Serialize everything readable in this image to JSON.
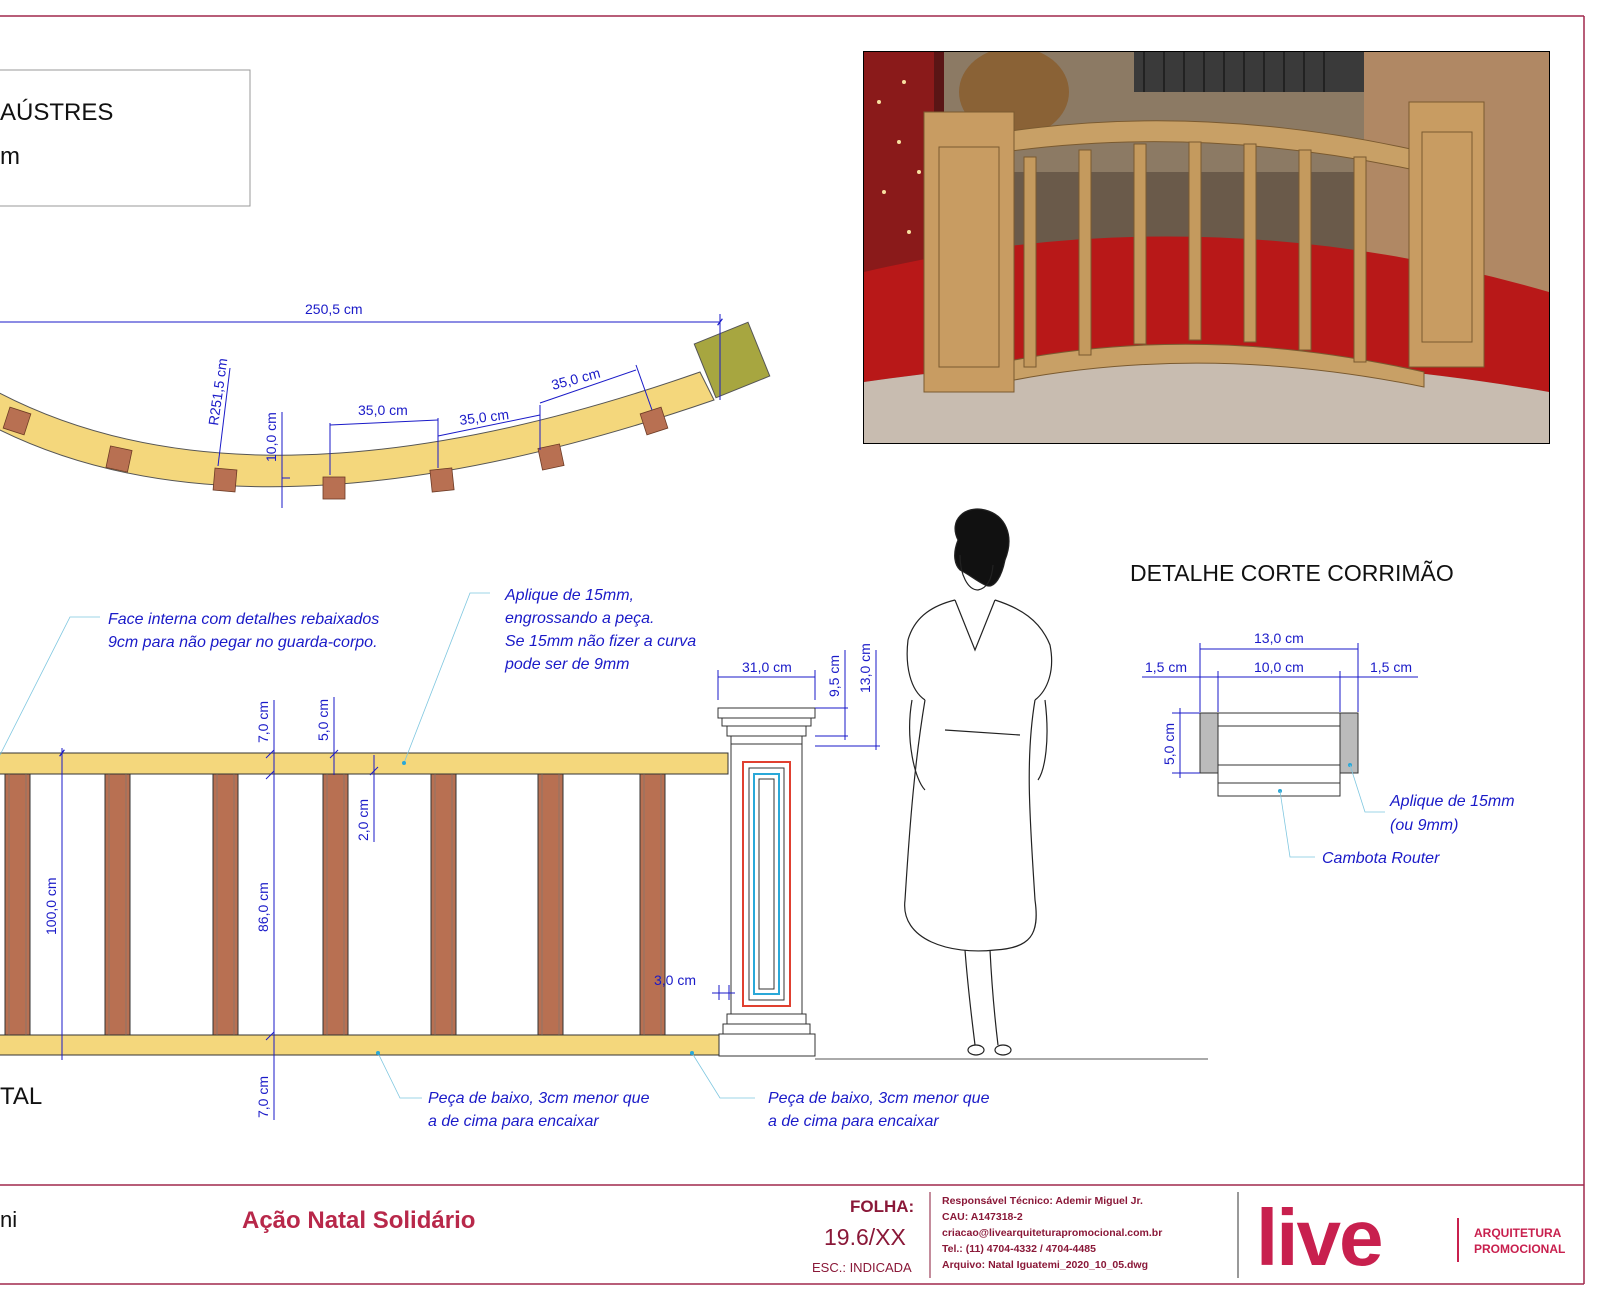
{
  "header_box": {
    "line1": "AÚSTRES",
    "line2": "m"
  },
  "plan_view": {
    "total_width": "250,5 cm",
    "radius": "R251,5 cm",
    "depth": "10,0 cm",
    "spacing_1": "35,0 cm",
    "spacing_2": "35,0 cm",
    "spacing_3": "35,0 cm"
  },
  "elevation": {
    "note_face": [
      "Face interna com detalhes rebaixados",
      "9cm para não pegar no guarda-corpo."
    ],
    "note_aplique": [
      "Aplique de 15mm,",
      "engrossando a peça.",
      "Se 15mm não fizer a curva",
      "pode ser de 9mm"
    ],
    "note_bottom_1": [
      "Peça de baixo, 3cm menor que",
      "a de cima para encaixar"
    ],
    "note_bottom_2": [
      "Peça de baixo, 3cm menor que",
      "a de cima para encaixar"
    ],
    "dim_top_rail": "7,0 cm",
    "dim_rail_2": "5,0 cm",
    "dim_gap": "2,0 cm",
    "dim_total_height": "100,0 cm",
    "dim_baluster": "86,0 cm",
    "dim_bottom_rail": "7,0 cm",
    "dim_pillar_width": "31,0 cm",
    "dim_capital_1": "9,5 cm",
    "dim_capital_2": "13,0 cm",
    "dim_pillar_offset": "3,0 cm",
    "label_partial": "TAL"
  },
  "detail": {
    "title": "DETALHE CORTE CORRIMÃO",
    "width_total": "13,0 cm",
    "width_inner": "10,0 cm",
    "side_left": "1,5 cm",
    "side_right": "1,5 cm",
    "height": "5,0 cm",
    "note_aplique": [
      "Aplique de 15mm",
      "(ou 9mm)"
    ],
    "note_cambota": "Cambota Router"
  },
  "title_block": {
    "client_partial": "ni",
    "project": "Ação Natal Solidário",
    "folha_label": "FOLHA:",
    "folha_value": "19.6/XX",
    "scale": "ESC.: INDICADA",
    "info": [
      "Responsável Técnico: Ademir Miguel Jr.",
      "CAU: A147318-2",
      "criacao@livearquiteturapromocional.com.br",
      "Tel.: (11) 4704-4332 / 4704-4485",
      "Arquivo: Natal Iguatemi_2020_10_05.dwg"
    ],
    "logo_text": "live",
    "logo_sub": [
      "ARQUITETURA",
      "PROMOCIONAL"
    ]
  },
  "colors": {
    "border": "#a0284d",
    "dimension": "#1a1ac8",
    "rail": "#f4d77c",
    "baluster": "#b87052",
    "pillar_plan": "#a7a640",
    "brand": "#c8204e"
  }
}
